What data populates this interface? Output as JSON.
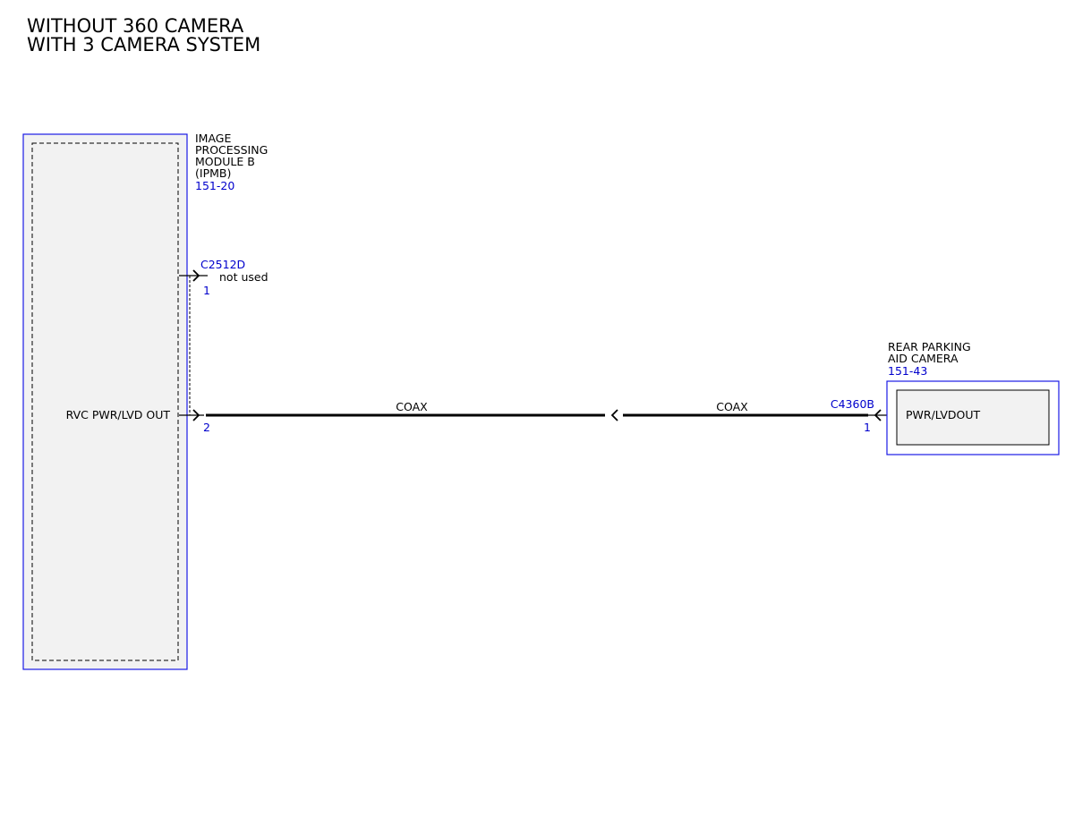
{
  "header": {
    "line1": "WITHOUT 360 CAMERA",
    "line2": "WITH 3 CAMERA SYSTEM"
  },
  "module_ipmb": {
    "name_lines": [
      "IMAGE",
      "PROCESSING",
      "MODULE B",
      "(IPMB)"
    ],
    "ref": "151-20",
    "pin_label": "RVC PWR/LVD OUT"
  },
  "connector_c2512d": {
    "id": "C2512D",
    "pin1": "1",
    "pin1_note": "not used",
    "pin2": "2"
  },
  "wires": {
    "left_label": "COAX",
    "right_label": "COAX"
  },
  "camera": {
    "name_lines": [
      "REAR PARKING",
      "AID CAMERA"
    ],
    "ref": "151-43",
    "pin_label": "PWR/LVDOUT"
  },
  "connector_c4360b": {
    "id": "C4360B",
    "pin": "1"
  },
  "colors": {
    "module_border": "#1a1ae6",
    "module_fill": "#f2f2f2",
    "ref_text": "#0000cc",
    "wire": "#000000"
  }
}
